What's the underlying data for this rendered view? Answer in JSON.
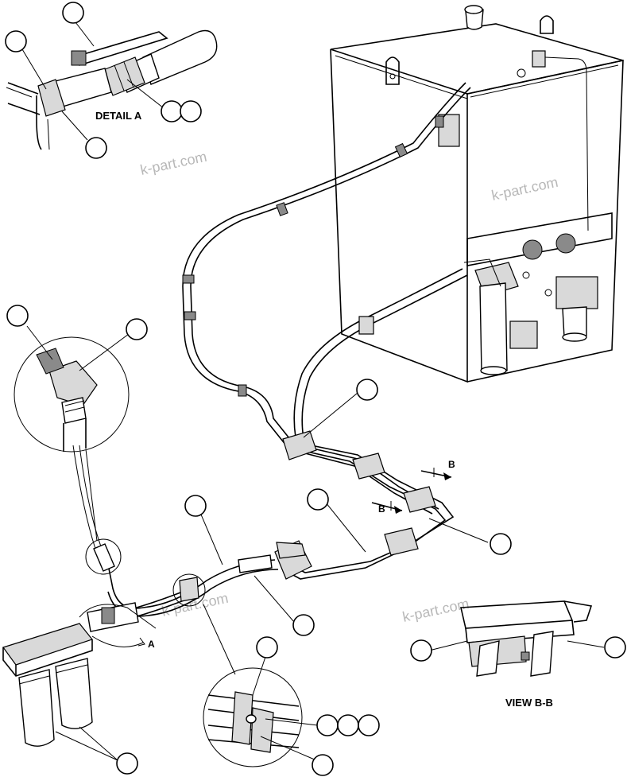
{
  "labels": {
    "detail_a": "DETAIL A",
    "view_bb": "VIEW B-B",
    "section_b_upper": "B",
    "section_b_lower": "B",
    "detail_arrow_a": "A"
  },
  "watermarks": [
    "k-part.com",
    "k-part.com",
    "k-part.com",
    "k-part.com"
  ],
  "callout_count": 20,
  "colors": {
    "line": "#000000",
    "watermark": "#b8b8b8",
    "fill_shade": "#d9d9d9"
  }
}
